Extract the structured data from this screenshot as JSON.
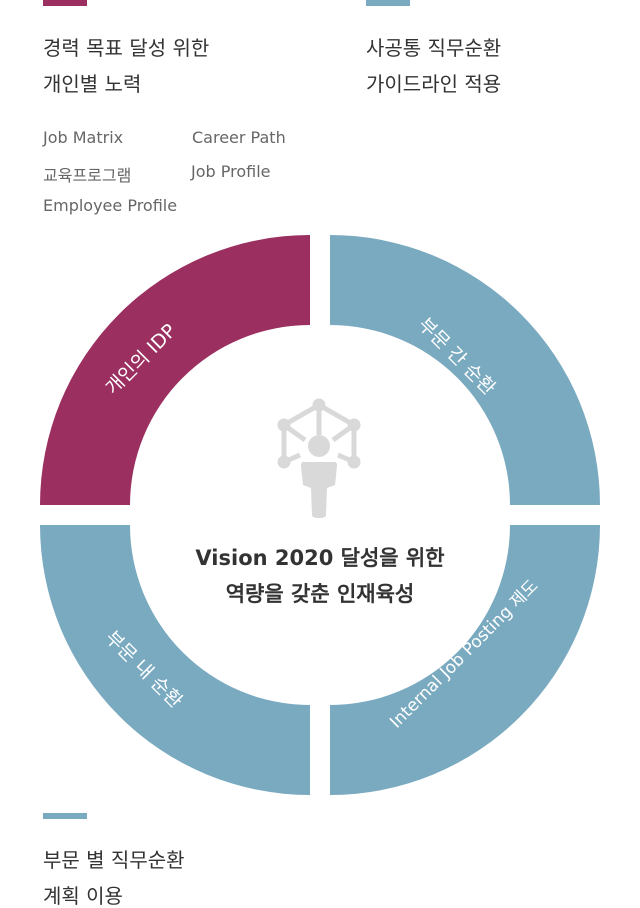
{
  "top_left": {
    "title_line1": "경력 목표 달성 위한",
    "title_line2": "개인별 노력",
    "color": "#9b2f60",
    "items": [
      "Job Matrix",
      "Career Path",
      "교육프로그램",
      "Job Profile",
      "Employee Profile"
    ]
  },
  "top_right": {
    "title_line1": "사공통 직무순환",
    "title_line2": "가이드라인 적용",
    "color": "#7aaac0"
  },
  "bottom_left": {
    "title_line1": "부문 별 직무순환",
    "title_line2": "계획 이용",
    "color": "#7aaac0"
  },
  "quadrants": [
    {
      "label": "개인의 IDP",
      "color": "#9b2f60"
    },
    {
      "label": "부문 간 순환",
      "color": "#7aaac0"
    },
    {
      "label": "Internal Job Posting 제도",
      "color": "#7aaac0"
    },
    {
      "label": "부문 내 순환",
      "color": "#7aaac0"
    }
  ],
  "center": {
    "line1": "Vision 2020 달성을 위한",
    "line2": "역량을 갖춘 인재육성",
    "icon": "person-network-icon"
  }
}
